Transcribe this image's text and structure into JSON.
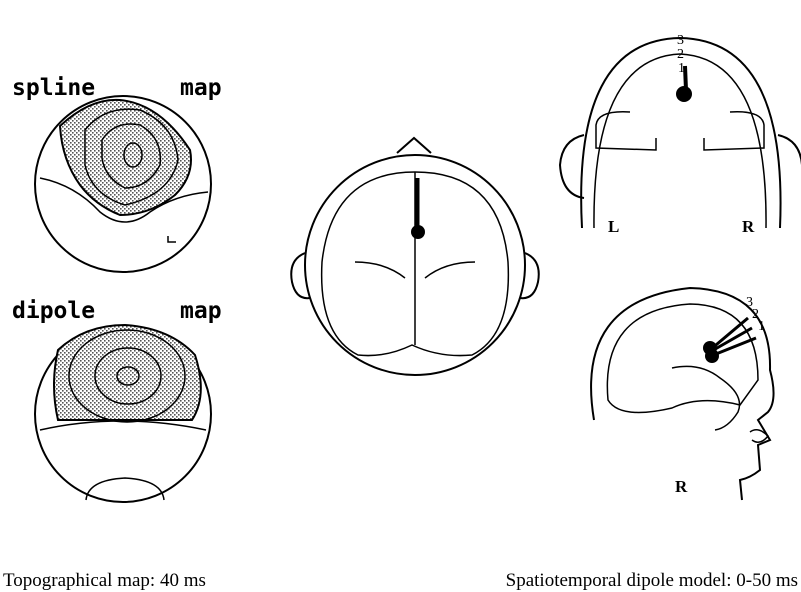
{
  "left_panel": {
    "spline_label": "spline",
    "spline_map_label": "map",
    "dipole_label": "dipole",
    "dipole_map_label": "map",
    "caption": "Topographical map: 40 ms"
  },
  "right_panel": {
    "coronal_left_label": "L",
    "coronal_right_label": "R",
    "coronal_dipole_labels": [
      "3",
      "2",
      "1"
    ],
    "sagittal_label": "R",
    "sagittal_dipole_labels": [
      "3",
      "2",
      "1"
    ],
    "caption": "Spatiotemporal dipole model: 0-50 ms"
  }
}
